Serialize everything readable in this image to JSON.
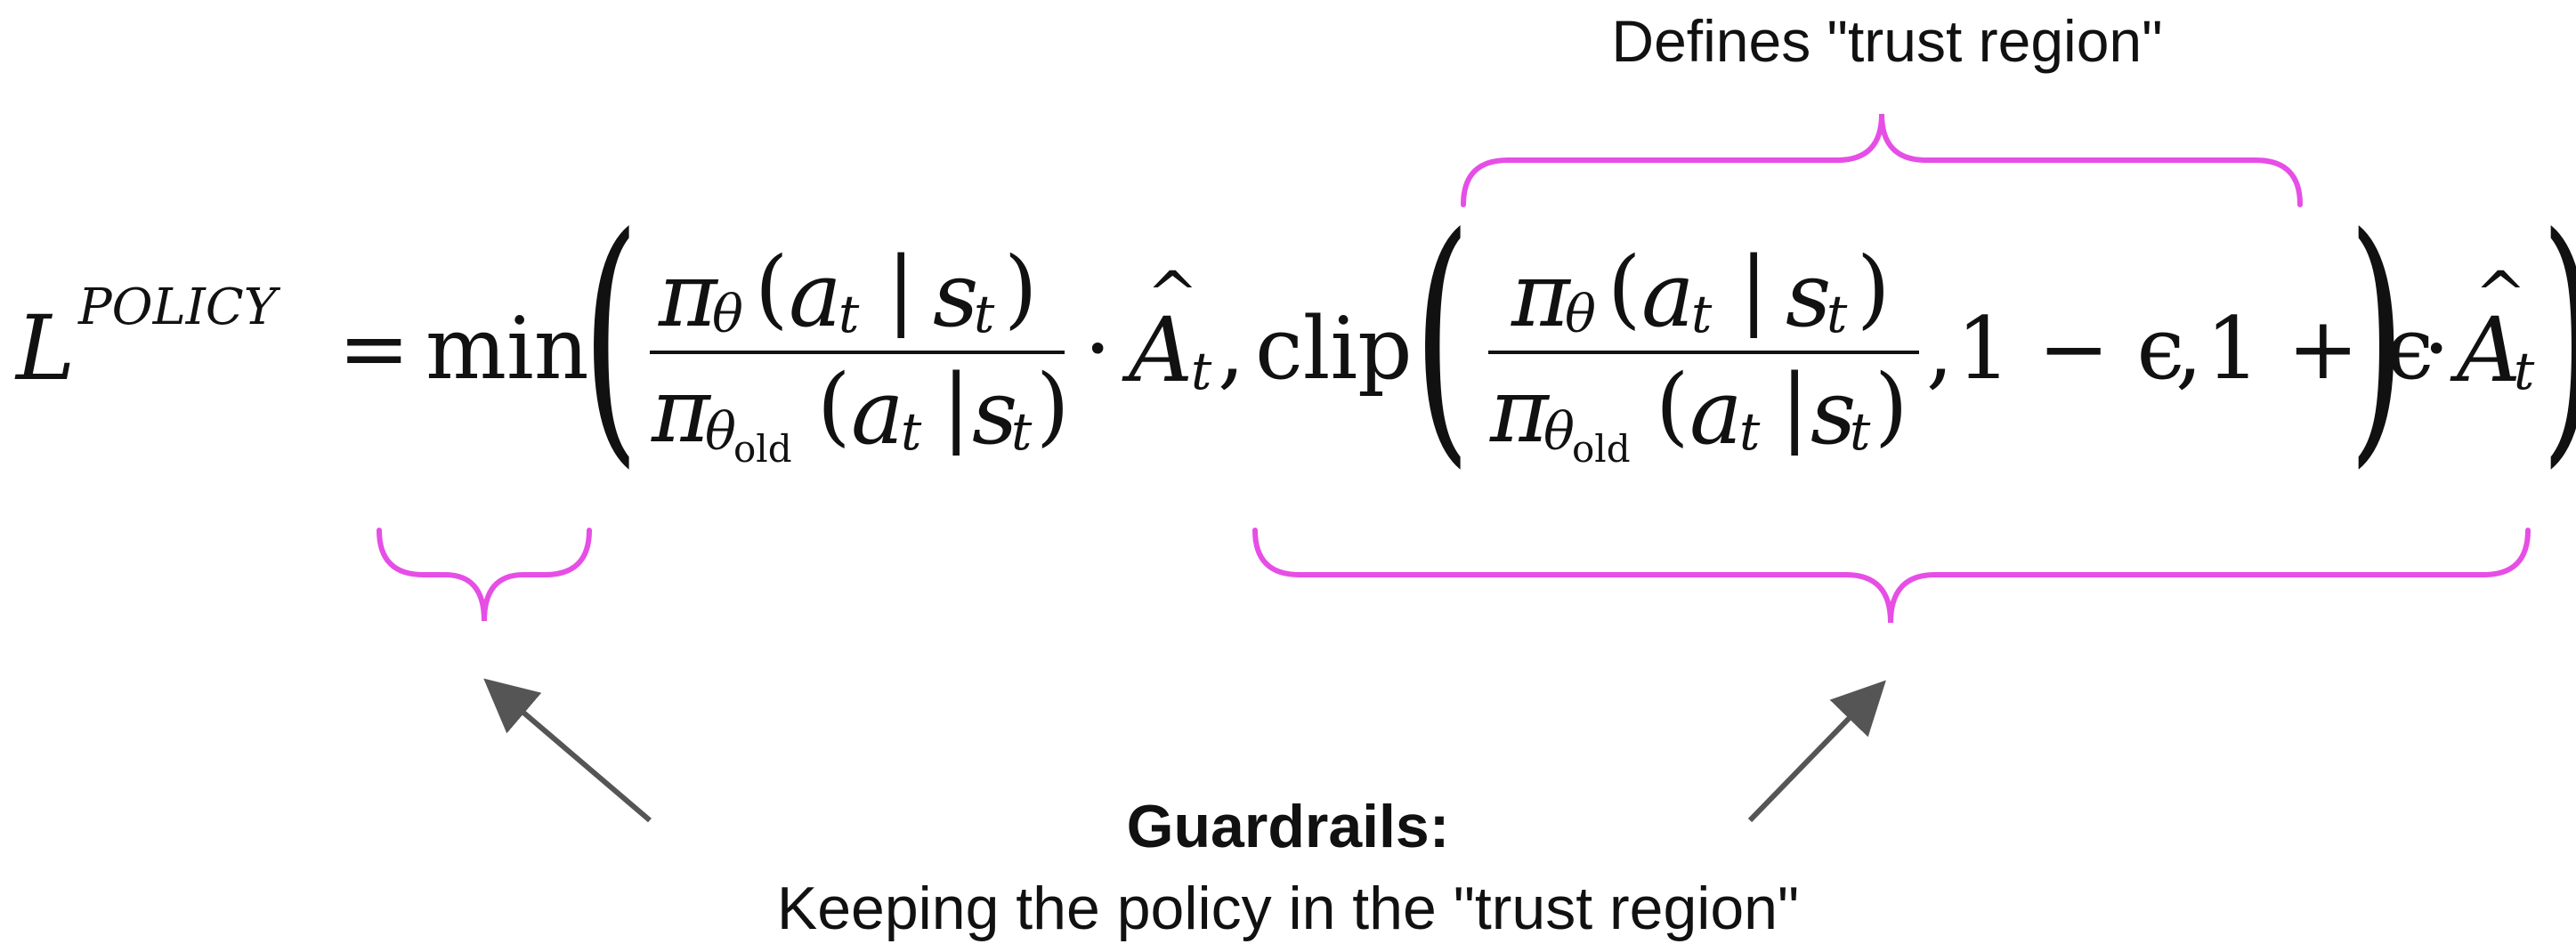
{
  "annotations": {
    "top": "Defines \"trust region\"",
    "guardrails_title": "Guardrails:",
    "guardrails_subtitle": "Keeping the policy in the \"trust region\""
  },
  "equation": {
    "lhs": "L",
    "lhs_sup": "POLICY",
    "equals": "=",
    "min": "min",
    "pi": "π",
    "theta": "θ",
    "old": "old",
    "a": "a",
    "s": "s",
    "t": "t",
    "bar_sep": "|",
    "cdot": "·",
    "A": "A",
    "hat": "^",
    "comma": ",",
    "clip": "clip",
    "one_minus_eps": "1 − ϵ",
    "one_plus_eps": "1 + ϵ",
    "lparen": "(",
    "rparen": ")"
  },
  "colors": {
    "brace": "#e64ee6",
    "arrow": "#555555",
    "text": "#111111"
  }
}
